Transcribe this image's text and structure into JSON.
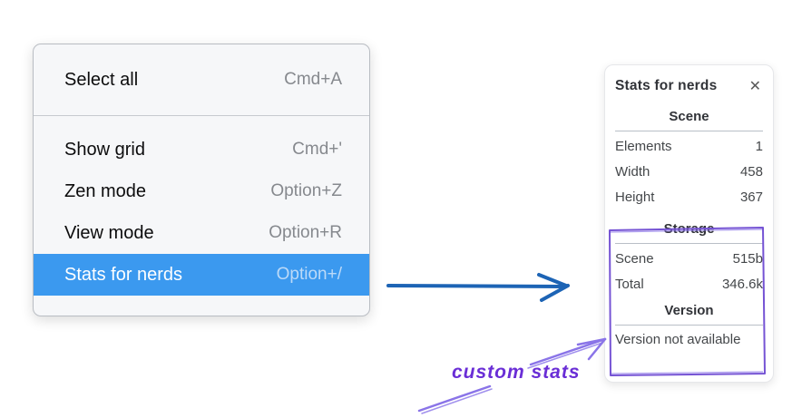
{
  "context_menu": {
    "items": [
      {
        "label": "Select all",
        "shortcut": "Cmd+A",
        "selected": false
      },
      {
        "label": "Show grid",
        "shortcut": "Cmd+'",
        "selected": false
      },
      {
        "label": "Zen mode",
        "shortcut": "Option+Z",
        "selected": false
      },
      {
        "label": "View mode",
        "shortcut": "Option+R",
        "selected": false
      },
      {
        "label": "Stats for nerds",
        "shortcut": "Option+/",
        "selected": true
      }
    ]
  },
  "stats_panel": {
    "title": "Stats for nerds",
    "close_glyph": "✕",
    "sections": [
      {
        "heading": "Scene",
        "rows": [
          {
            "label": "Elements",
            "value": "1"
          },
          {
            "label": "Width",
            "value": "458"
          },
          {
            "label": "Height",
            "value": "367"
          }
        ]
      },
      {
        "heading": "Storage",
        "rows": [
          {
            "label": "Scene",
            "value": "515b"
          },
          {
            "label": "Total",
            "value": "346.6k"
          }
        ]
      },
      {
        "heading": "Version",
        "note": "Version not available"
      }
    ]
  },
  "annotation": {
    "label": "custom stats"
  },
  "colors": {
    "selection_blue": "#3b99ef",
    "main_arrow_blue": "#1d64b5",
    "annotation_purple": "#6a2ed6",
    "sketch_purple": "#7553d4",
    "menu_background": "#f6f7f9",
    "panel_background": "#ffffff"
  }
}
